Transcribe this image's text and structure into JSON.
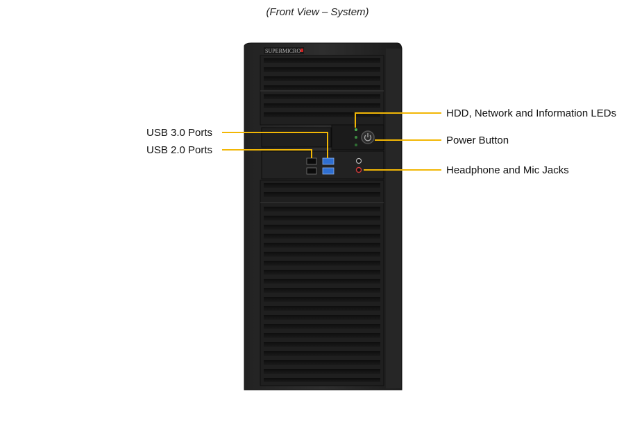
{
  "caption": "(Front View – System)",
  "brand_logo_text": "SUPERMICRO",
  "callouts": {
    "leds": "HDD, Network and Information  LEDs",
    "power": "Power Button",
    "audio": "Headphone and Mic Jacks",
    "usb3": "USB 3.0 Ports",
    "usb2": "USB 2.0 Ports"
  },
  "colors": {
    "callout_line": "#f2b705",
    "chassis": "#2b2b2b",
    "bezel": "#1e1e1e",
    "usb3_port": "#2f6fd1",
    "mic_jack": "#d13b3b",
    "led": "#4caf50"
  },
  "icons": [
    "power-icon"
  ]
}
